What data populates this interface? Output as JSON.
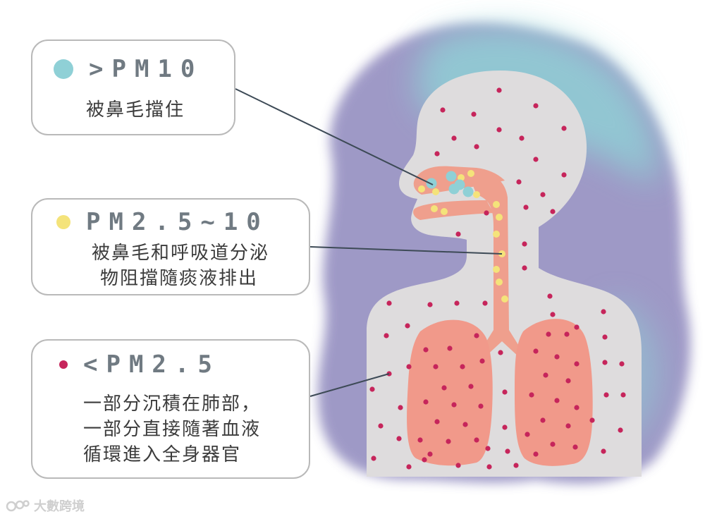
{
  "colors": {
    "large_particle": "#8fd0d6",
    "medium_particle": "#f4e37a",
    "small_particle": "#c6255b",
    "body_fill": "#dedcdd",
    "airway_fill": "#ef9f8d",
    "lung_fill": "#f1998a",
    "cloud_teal": "#8fd2d6",
    "cloud_purple": "#8e88bd",
    "callout_border": "#b9b9b9",
    "leader_line": "#3d4a56"
  },
  "callouts": [
    {
      "title": ">PM10",
      "lines": [
        "被鼻毛擋住"
      ],
      "marker_icon": "teal-dot-icon"
    },
    {
      "title": "PM2.5~10",
      "lines": [
        "被鼻毛和呼吸道分泌",
        "物阻擋隨痰液排出"
      ],
      "marker_icon": "yellow-dot-icon"
    },
    {
      "title": "<PM2.5",
      "lines": [
        "一部分沉積在肺部，",
        "一部分直接隨著血液",
        "循環進入全身器官"
      ],
      "marker_icon": "magenta-dot-icon"
    }
  ],
  "watermark": {
    "text": "大數跨境"
  }
}
